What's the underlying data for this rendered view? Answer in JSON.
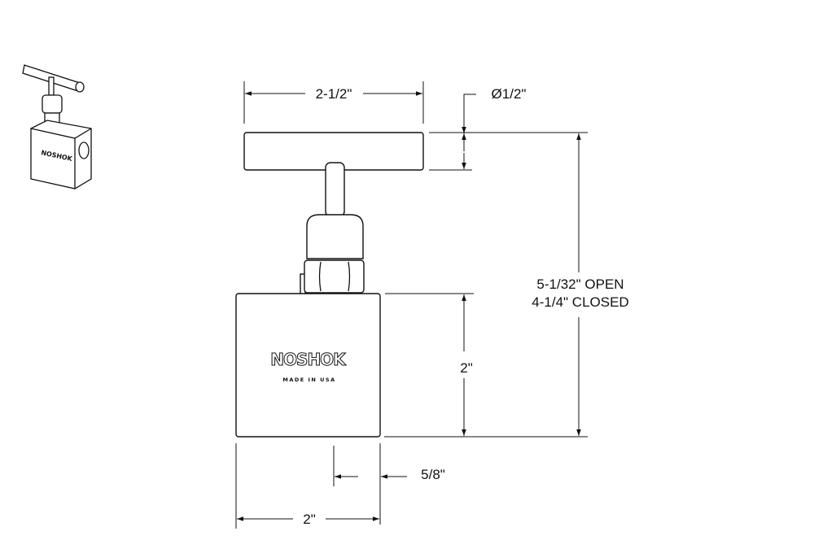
{
  "drawing": {
    "brand_logo": "NOSHOK",
    "made_in": "MADE IN USA",
    "dimensions": {
      "handle_length": "2-1/2\"",
      "handle_diameter": "Ø1/2\"",
      "height_open": "5-1/32\" OPEN",
      "height_closed": "4-1/4\" CLOSED",
      "body_height": "2\"",
      "port_offset": "5/8\"",
      "body_width": "2\""
    }
  }
}
